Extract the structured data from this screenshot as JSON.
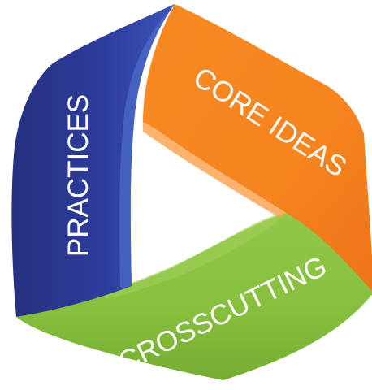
{
  "diagram": {
    "segments": [
      {
        "label": "PRACTICES",
        "color": "#2E3C9C",
        "highlight": "#4A6BC9",
        "shade": "#1F2A76"
      },
      {
        "label": "CORE IDEAS",
        "color": "#F6841F",
        "highlight": "#FBA04A",
        "shade": "#E9741A"
      },
      {
        "label": "CROSSCUTTING",
        "color": "#86BE3E",
        "highlight": "#A3D05A",
        "shade": "#6EA52E"
      }
    ],
    "center_color": "#FFFFFF"
  }
}
